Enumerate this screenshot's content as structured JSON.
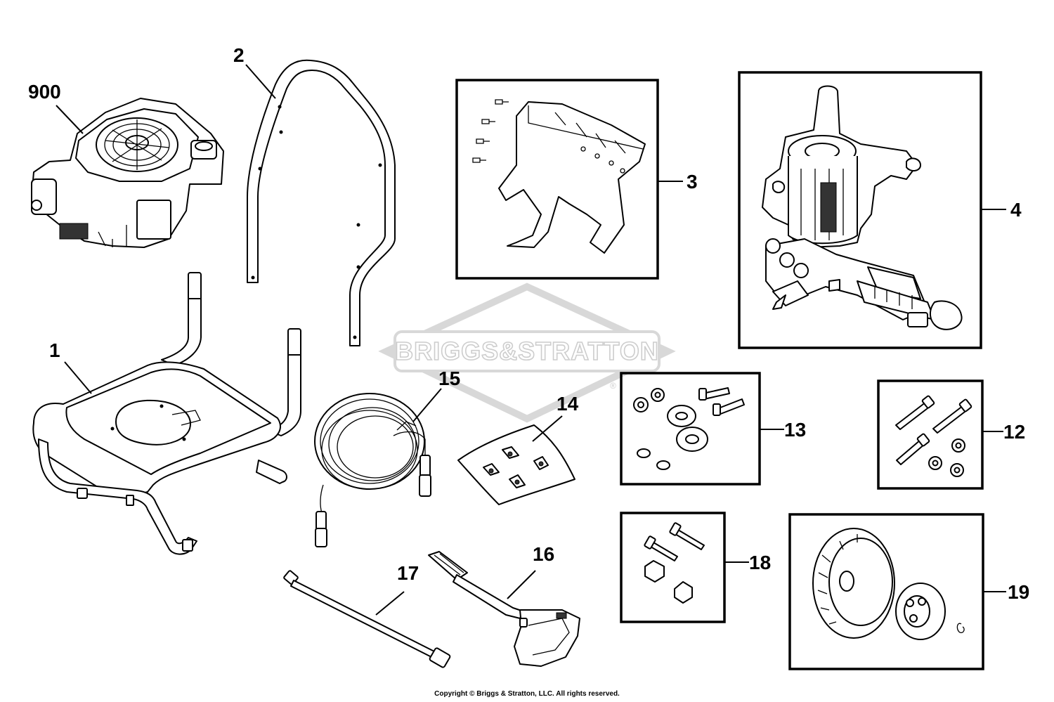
{
  "watermark": {
    "text": "BRIGGS&STRATTON",
    "registered_mark": "®"
  },
  "callouts": {
    "p900": "900",
    "p1": "1",
    "p2": "2",
    "p3": "3",
    "p4": "4",
    "p12": "12",
    "p13": "13",
    "p14": "14",
    "p15": "15",
    "p16": "16",
    "p17": "17",
    "p18": "18",
    "p19": "19"
  },
  "copyright": "Copyright © Briggs & Stratton, LLC. All rights reserved.",
  "colors": {
    "line": "#000000",
    "background": "#ffffff",
    "watermark": "#d4d4d4"
  }
}
